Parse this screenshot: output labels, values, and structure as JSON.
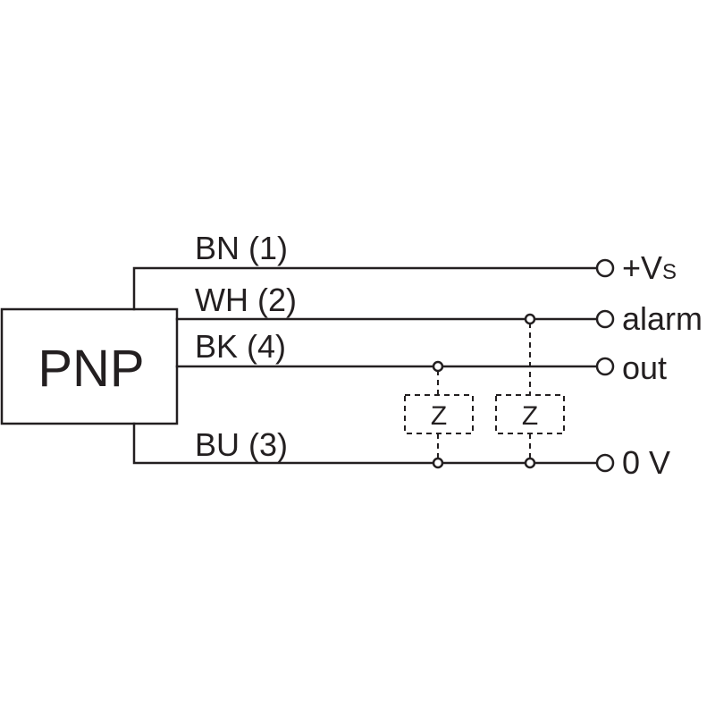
{
  "sensor": {
    "label": "PNP"
  },
  "wires": [
    {
      "id": "bn",
      "label": "BN (1)",
      "terminal": "+V",
      "terminal_sub": "S"
    },
    {
      "id": "wh",
      "label": "WH (2)",
      "terminal": "alarm"
    },
    {
      "id": "bk",
      "label": "BK (4)",
      "terminal": "out"
    },
    {
      "id": "bu",
      "label": "BU (3)",
      "terminal": "0 V"
    }
  ],
  "loads": [
    {
      "label": "Z"
    },
    {
      "label": "Z"
    }
  ],
  "colors": {
    "line": "#231f20",
    "background": "#ffffff"
  }
}
